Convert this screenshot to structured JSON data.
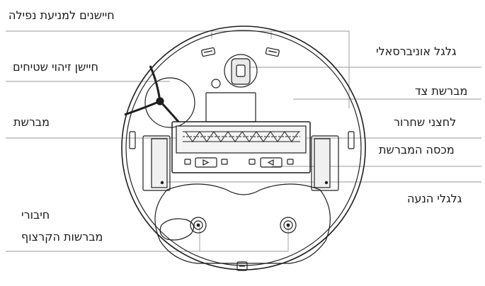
{
  "labels": {
    "cliff_sensors": "חיישנים למניעת נפילה",
    "carpet_sensor": "חיישן זיהוי שטיחים",
    "main_brush": "מברשת",
    "floor_brush_connectors_line1": "חיבורי",
    "floor_brush_connectors_line2": "מברשות הקרצוף",
    "universal_wheel": "גלגל אוניברסאלי",
    "side_brush": "מברשת צד",
    "release_buttons": "לחצני שחרור",
    "brush_cover": "מכסה המברשת",
    "drive_wheels": "גלגלי הנעה"
  },
  "colors": {
    "line": "#9a9a9a",
    "stroke": "#1f1f1f",
    "text": "#1a1a1a"
  }
}
